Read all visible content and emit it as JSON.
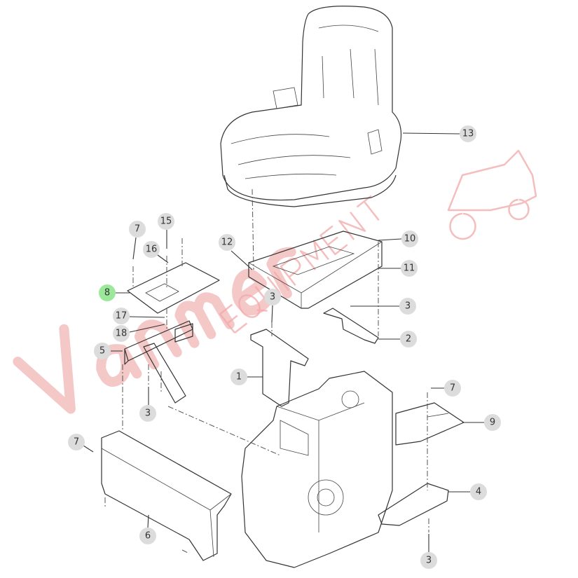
{
  "diagram": {
    "title": "Seat and mounting assembly exploded parts diagram",
    "watermark": "Vanmer EQUIPMENT",
    "highlight_color": "#9be89b",
    "callout_color": "#dcdcdc",
    "callouts": [
      {
        "id": "c13",
        "label": "13"
      },
      {
        "id": "c10",
        "label": "10"
      },
      {
        "id": "c11",
        "label": "11"
      },
      {
        "id": "c12",
        "label": "12"
      },
      {
        "id": "c3a",
        "label": "3"
      },
      {
        "id": "c3b",
        "label": "3"
      },
      {
        "id": "c2",
        "label": "2"
      },
      {
        "id": "c1",
        "label": "1"
      },
      {
        "id": "c7a",
        "label": "7"
      },
      {
        "id": "c15",
        "label": "15"
      },
      {
        "id": "c16",
        "label": "16"
      },
      {
        "id": "c8",
        "label": "8",
        "highlighted": true
      },
      {
        "id": "c17",
        "label": "17"
      },
      {
        "id": "c18",
        "label": "18"
      },
      {
        "id": "c5",
        "label": "5"
      },
      {
        "id": "c3c",
        "label": "3"
      },
      {
        "id": "c7b",
        "label": "7"
      },
      {
        "id": "c9",
        "label": "9"
      },
      {
        "id": "c7c",
        "label": "7"
      },
      {
        "id": "c4",
        "label": "4"
      },
      {
        "id": "c6",
        "label": "6"
      },
      {
        "id": "c3d",
        "label": "3"
      }
    ]
  }
}
